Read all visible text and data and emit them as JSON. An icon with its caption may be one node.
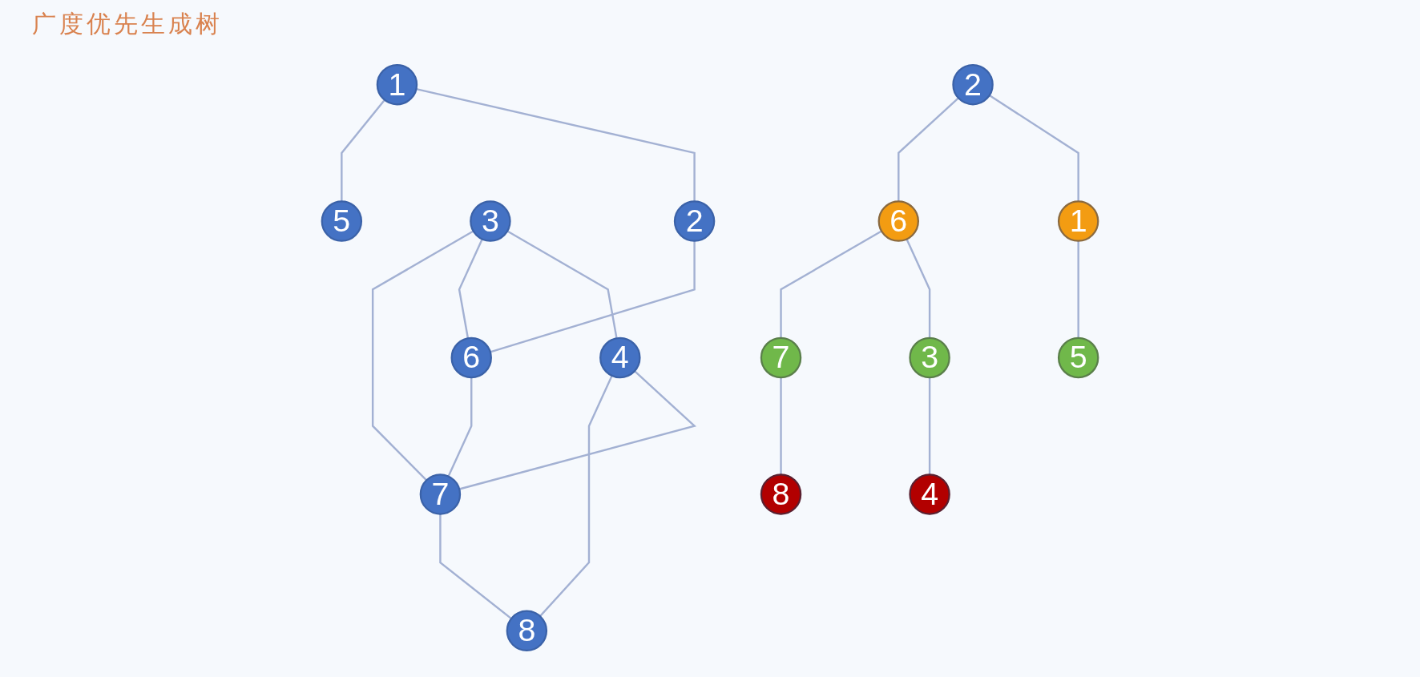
{
  "diagram": {
    "title": "广度优先生成树",
    "nodes": [
      {
        "text": [
          "1"
        ]
      },
      {
        "text": [
          "2"
        ]
      },
      {
        "text": [
          "3"
        ]
      },
      {
        "text": [
          "4"
        ]
      },
      {
        "text": [
          "5"
        ]
      },
      {
        "text": [
          "6"
        ]
      },
      {
        "text": [
          "7"
        ]
      },
      {
        "text": [
          "8"
        ]
      },
      {
        "text": [
          "2"
        ]
      },
      {
        "text": [
          "1"
        ]
      },
      {
        "text": [
          "6"
        ]
      },
      {
        "text": [
          "5"
        ]
      },
      {
        "text": [
          "3"
        ]
      },
      {
        "text": [
          "7"
        ]
      },
      {
        "text": [
          "4"
        ]
      },
      {
        "text": [
          "8"
        ]
      }
    ],
    "edges": [
      {
        "from": 0,
        "to": 1,
        "arrow": "none"
      },
      {
        "from": 2,
        "to": 3,
        "arrow": "none"
      },
      {
        "from": 0,
        "to": 4,
        "arrow": "none"
      },
      {
        "from": 1,
        "to": 5,
        "arrow": "none"
      },
      {
        "from": 2,
        "to": 5,
        "arrow": "none"
      },
      {
        "from": 2,
        "to": 6,
        "arrow": "none"
      },
      {
        "from": 3,
        "to": 6,
        "arrow": "none"
      },
      {
        "from": 3,
        "to": 7,
        "arrow": "none"
      },
      {
        "from": 5,
        "to": 6,
        "arrow": "none"
      },
      {
        "from": 6,
        "to": 7,
        "arrow": "none"
      },
      {
        "from": 8,
        "to": 9,
        "arrow": "none"
      },
      {
        "from": 8,
        "to": 10,
        "arrow": "none"
      },
      {
        "from": 9,
        "to": 11,
        "arrow": "none"
      },
      {
        "from": 10,
        "to": 12,
        "arrow": "none"
      },
      {
        "from": 10,
        "to": 13,
        "arrow": "none"
      },
      {
        "from": 12,
        "to": 14,
        "arrow": "none"
      },
      {
        "from": 13,
        "to": 15,
        "arrow": "none"
      }
    ]
  }
}
